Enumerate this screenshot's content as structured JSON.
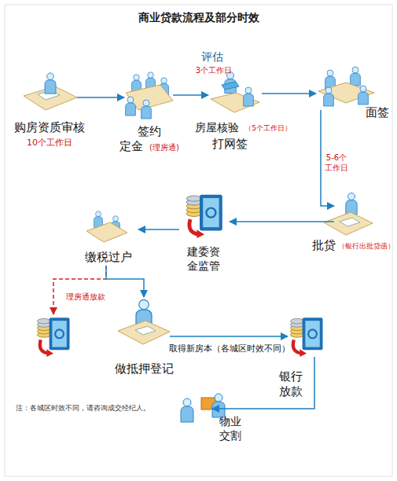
{
  "diagram": {
    "title": "商业贷款流程及部分时效",
    "nodes": [
      {
        "text": [
          "购房资质审核",
          "10个工作日"
        ]
      },
      {
        "text": [
          "签约",
          "定金",
          "(理房通)"
        ]
      },
      {
        "text": [
          "评估",
          "3个工作日",
          "房屋核验",
          "（5个工作日）",
          "打网签"
        ]
      },
      {
        "text": [
          "面签"
        ]
      },
      {
        "text": [
          "批贷",
          "（银行出批贷函）"
        ]
      },
      {
        "text": [
          "建委资 金监管"
        ]
      },
      {
        "text": [
          "缴税过户"
        ]
      },
      {
        "text": [
          "理房通放款"
        ]
      },
      {
        "text": [
          "做抵押登记"
        ]
      },
      {
        "text": [
          "银行 放款"
        ]
      },
      {
        "text": [
          "物业 交割"
        ]
      }
    ],
    "edges": [
      {
        "from": 0,
        "to": 1,
        "arrow": "to"
      },
      {
        "from": 1,
        "to": 2,
        "arrow": "to"
      },
      {
        "from": 2,
        "to": 3,
        "arrow": "to"
      },
      {
        "from": 3,
        "to": 4,
        "label": "5-6个 工作日",
        "arrow": "to"
      },
      {
        "from": 4,
        "to": 5,
        "arrow": "to"
      },
      {
        "from": 5,
        "to": 6,
        "arrow": "to"
      },
      {
        "from": 6,
        "to": 7,
        "arrow": "to"
      },
      {
        "from": 6,
        "to": 8,
        "arrow": "to"
      },
      {
        "from": 8,
        "to": 9,
        "label": "取得新房本（各城区时效不同）",
        "arrow": "to"
      },
      {
        "from": 9,
        "to": 10,
        "arrow": "to"
      }
    ],
    "labels": [
      "注：各城区时效不同，请咨询成交经纪人。"
    ]
  }
}
